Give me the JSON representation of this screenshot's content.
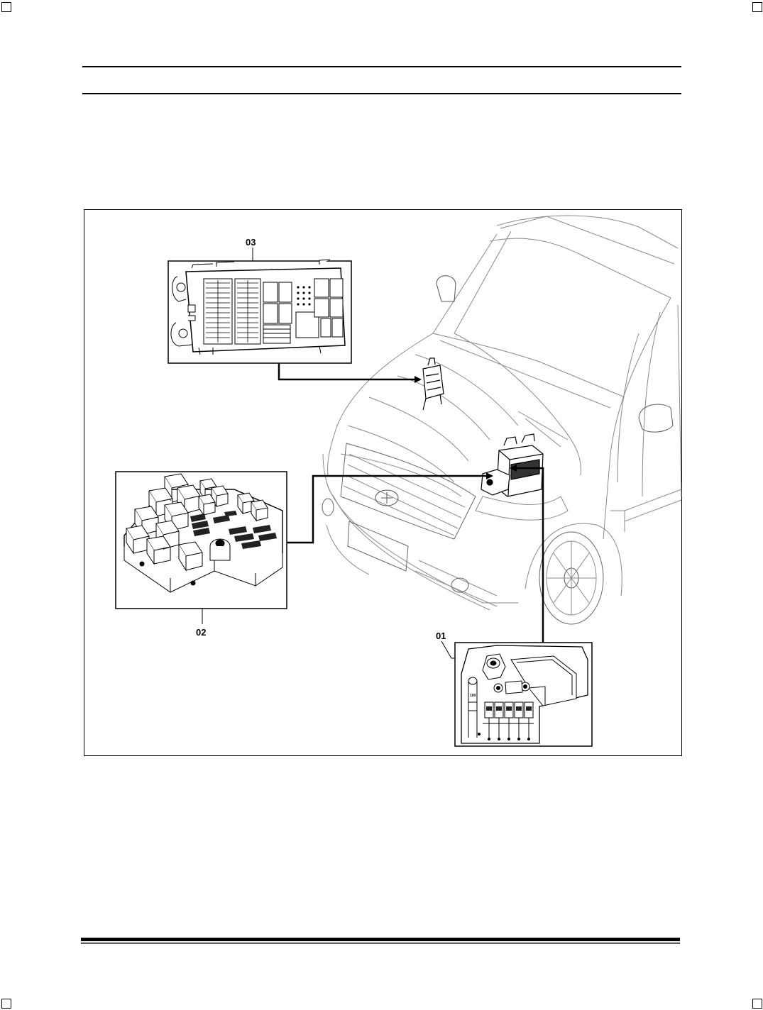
{
  "callouts": {
    "c03": "03",
    "c02": "02",
    "c01": "01"
  },
  "inset_01_label": "100",
  "colors": {
    "line": "#000000",
    "faint": "#9a9a9a",
    "paper": "#ffffff"
  }
}
